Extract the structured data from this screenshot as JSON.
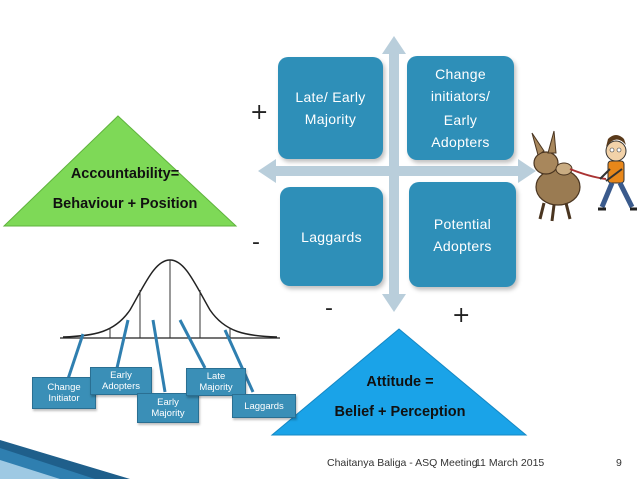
{
  "quadrants": {
    "top_left": "Late/ Early Majority",
    "top_right_line1": "Change initiators/",
    "top_right_line2": "Early Adopters",
    "bottom_left": "Laggards",
    "bottom_right": "Potential Adopters"
  },
  "signs": {
    "y_plus": "+",
    "y_minus": "-",
    "x_minus": "-",
    "x_plus": "+"
  },
  "accountability": {
    "line1": "Accountability=",
    "line2": "Behaviour + Position"
  },
  "attitude": {
    "line1": "Attitude =",
    "line2": "Belief + Perception"
  },
  "curve_labels": {
    "change_initiator": "Change Initiator",
    "early_adopters": "Early Adopters",
    "early_majority": "Early Majority",
    "late_majority": "Late Majority",
    "laggards": "Laggards"
  },
  "footer": {
    "author": "Chaitanya Baliga - ASQ Meeting",
    "date": "11 March 2015",
    "page": "9"
  },
  "colors": {
    "quadrant": "#2e8fb8",
    "green_triangle": "#7ed957",
    "blue_triangle": "#1aa3e8",
    "label_box": "#3a8fb7"
  }
}
